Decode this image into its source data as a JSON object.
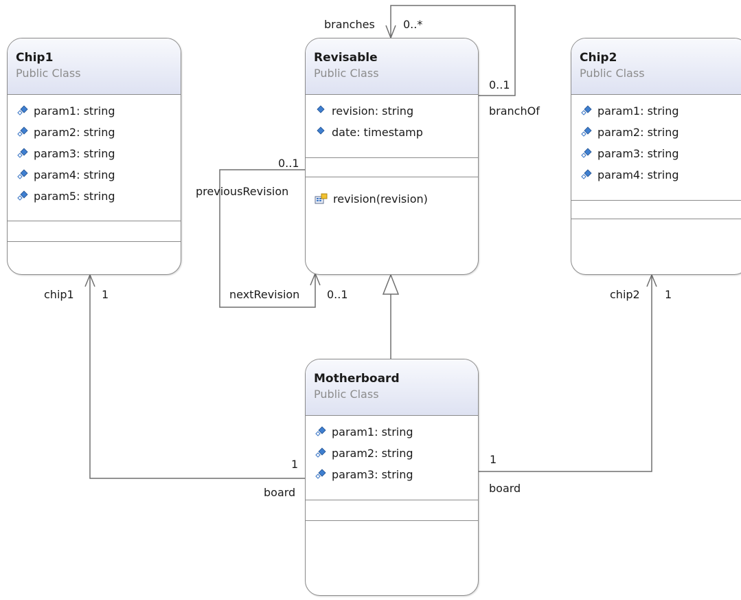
{
  "colors": {
    "header_top": "#f8f9fd",
    "header_bottom": "#dee2f2",
    "border": "#8a8a8a",
    "stereotype_text": "#8c8c8c",
    "line": "#6e6e6e"
  },
  "classes": {
    "chip1": {
      "name": "Chip1",
      "stereotype": "Public Class",
      "attributes": [
        "param1: string",
        "param2: string",
        "param3: string",
        "param4: string",
        "param5: string"
      ],
      "operations": []
    },
    "revisable": {
      "name": "Revisable",
      "stereotype": "Public Class",
      "attributes": [
        "revision: string",
        "date: timestamp"
      ],
      "operations": [
        "revision(revision)"
      ]
    },
    "chip2": {
      "name": "Chip2",
      "stereotype": "Public Class",
      "attributes": [
        "param1: string",
        "param2: string",
        "param3: string",
        "param4: string"
      ],
      "operations": []
    },
    "motherboard": {
      "name": "Motherboard",
      "stereotype": "Public Class",
      "attributes": [
        "param1: string",
        "param2: string",
        "param3: string"
      ],
      "operations": []
    }
  },
  "associations": {
    "branches": {
      "role_a": "branches",
      "mult_a": "0..*",
      "role_b": "branchOf",
      "mult_b": "0..1"
    },
    "revision": {
      "role_a": "previousRevision",
      "mult_a": "0..1",
      "role_b": "nextRevision",
      "mult_b": "0..1"
    },
    "chip1_board": {
      "role_chip": "chip1",
      "mult_chip": "1",
      "role_board": "board",
      "mult_board": "1"
    },
    "chip2_board": {
      "role_chip": "chip2",
      "mult_chip": "1",
      "role_board": "board",
      "mult_board": "1"
    }
  },
  "icons": {
    "attribute_public": "public-field-icon",
    "attribute_protected": "field-icon",
    "operation": "method-icon",
    "generalization": "hollow-triangle-arrow",
    "navigable": "open-arrowhead"
  }
}
